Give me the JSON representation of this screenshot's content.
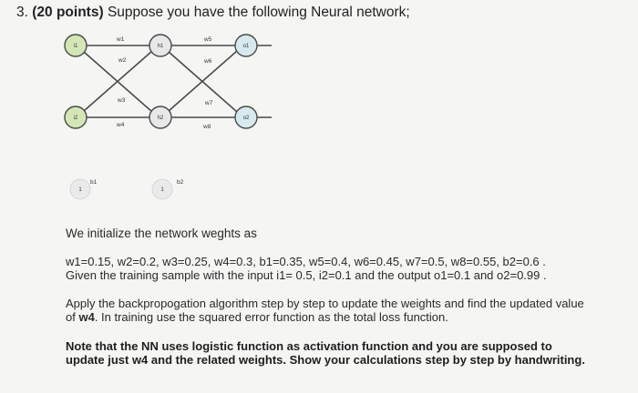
{
  "question": {
    "number": "3.",
    "points": "(20 points)",
    "prompt": "Suppose you have the following Neural network;"
  },
  "network": {
    "nodes": {
      "i1": "i1",
      "i2": "i2",
      "h1": "h1",
      "h2": "h2",
      "o1": "o1",
      "o2": "o2",
      "bias1": "1",
      "bias2": "1"
    },
    "bias_labels": {
      "b1": "b1",
      "b2": "b2"
    },
    "weights": {
      "w1": "w1",
      "w2": "w2",
      "w3": "w3",
      "w4": "w4",
      "w5": "w5",
      "w6": "w6",
      "w7": "w7",
      "w8": "w8"
    },
    "colors": {
      "input_fill": "#d3e7b6",
      "hidden_fill": "#e8e8e8",
      "output_fill": "#d6e9ef",
      "bias_fill": "#eaeaea",
      "stroke": "#4a4a4a"
    }
  },
  "text": {
    "init": "We initialize the network weghts as",
    "values": "w1=0.15, w2=0.2, w3=0.25, w4=0.3, b1=0.35, w5=0.4, w6=0.45, w7=0.5, w8=0.55, b2=0.6 .",
    "sample": "Given the training sample with the input i1= 0.5, i2=0.1 and the output o1=0.1 and o2=0.99 .",
    "apply_1": "Apply the backpropogation algorithm step by step to update the weights and find the updated value",
    "apply_2_prefix": "of ",
    "apply_2_bold": "w4",
    "apply_2_suffix": ". In training use the squared error function as the total loss function.",
    "note_1": "Note that the NN uses logistic function as activation function and you are supposed to",
    "note_2": "update just w4 and the related weights. Show your calculations step by step by handwriting."
  }
}
